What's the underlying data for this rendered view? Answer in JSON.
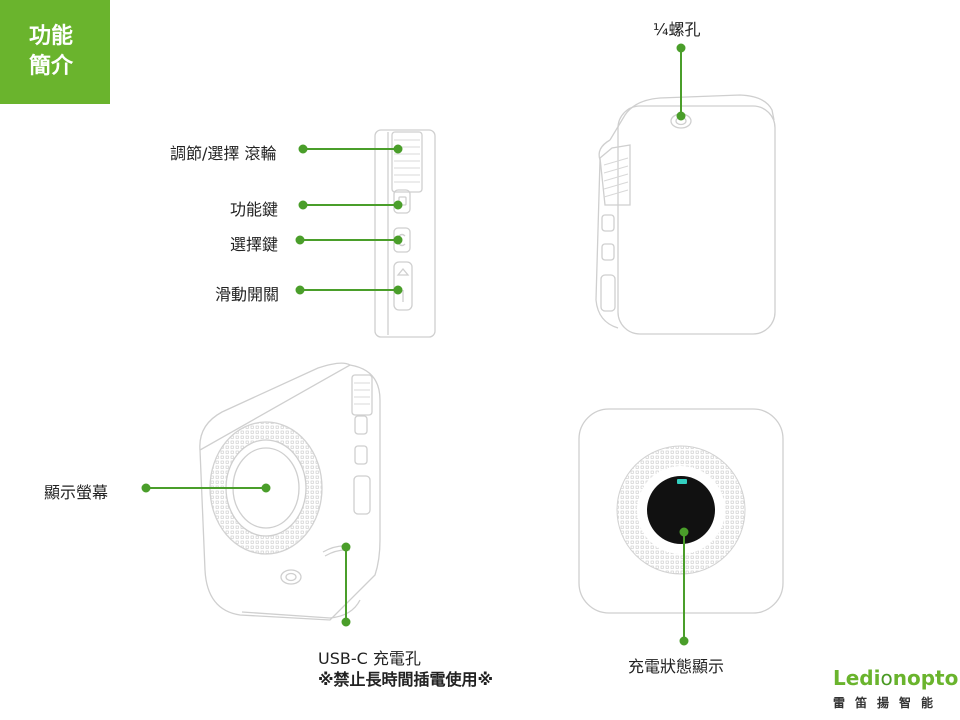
{
  "section": {
    "title_line1": "功能",
    "title_line2": "簡介"
  },
  "labels": {
    "dial": "調節/選擇 滾輪",
    "function_key": "功能鍵",
    "select_key": "選擇鍵",
    "slide_switch": "滑動開關",
    "thread_hole": "¼螺孔",
    "display": "顯示螢幕",
    "usb_line1": "USB-C 充電孔",
    "usb_line2": "※禁止長時間插電使用※",
    "charge_status": "充電狀態顯示"
  },
  "brand": {
    "logo_prefix": "Ledi",
    "logo_mid": "o",
    "logo_suffix": "nopto",
    "tagline": "雷笛揚智能"
  },
  "colors": {
    "accent": "#6ab42d",
    "line": "#4a9e2a",
    "outline": "#cfcfcf"
  }
}
